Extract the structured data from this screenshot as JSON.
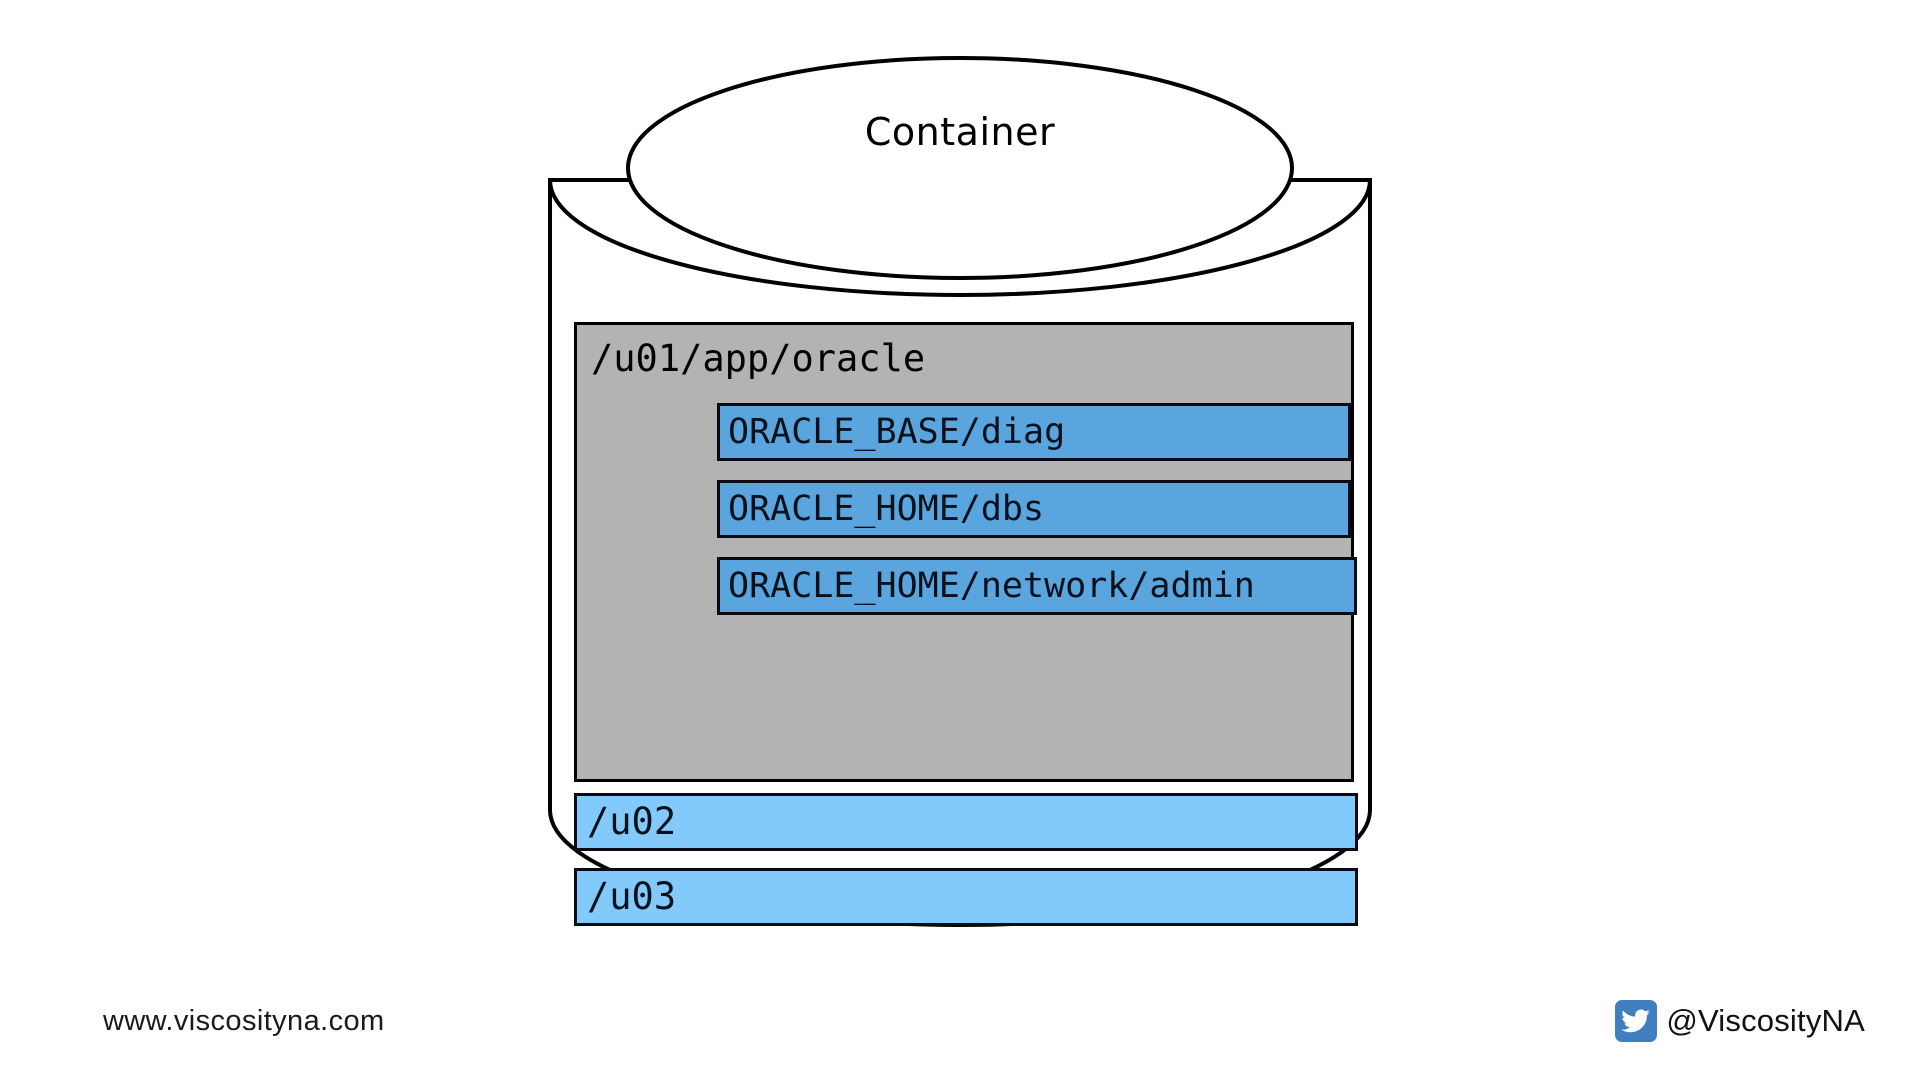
{
  "diagram": {
    "title": "Container",
    "cylinder_name": "oracle-container-cylinder",
    "base_path": {
      "label": "/u01/app/oracle",
      "fill": "#b3b3b3"
    },
    "inner_paths": [
      {
        "label": "ORACLE_BASE/diag",
        "fill": "#5aa5dd"
      },
      {
        "label": "ORACLE_HOME/dbs",
        "fill": "#5aa5dd"
      },
      {
        "label": "ORACLE_HOME/network/admin",
        "fill": "#5aa5dd"
      }
    ],
    "volumes": [
      {
        "label": "/u02",
        "fill": "#82cafc"
      },
      {
        "label": "/u03",
        "fill": "#82cafc"
      }
    ]
  },
  "footer": {
    "website": "www.viscosityna.com",
    "twitter_handle": "@ViscosityNA",
    "twitter_badge_color": "#3f7fbf"
  }
}
